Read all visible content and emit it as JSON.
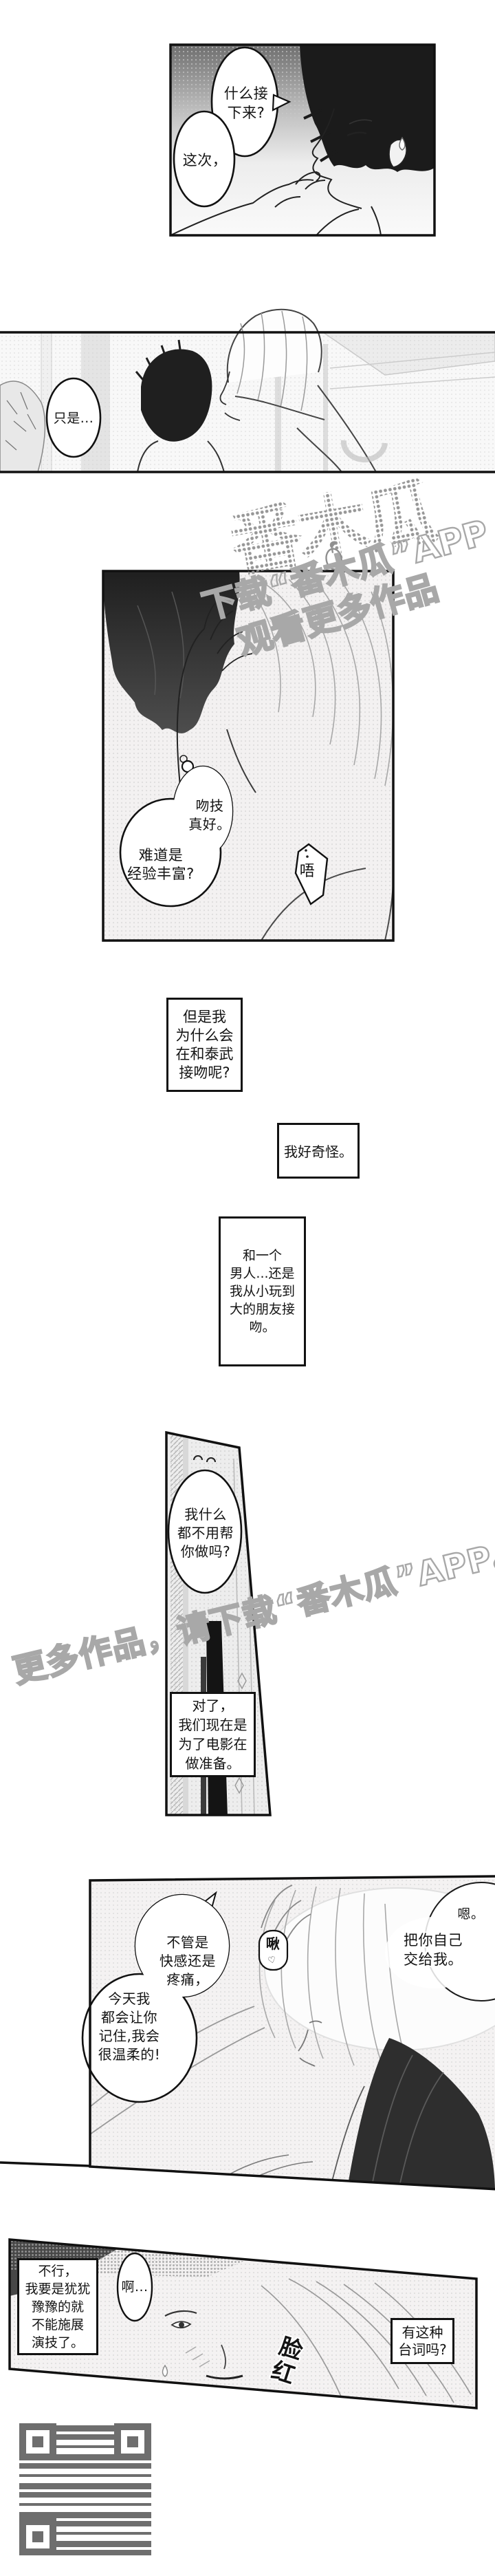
{
  "colors": {
    "ink": "#1a1a1a",
    "paper": "#ffffff",
    "halftone_gray": "#c9c9c9",
    "watermark_outline": "#a8a8a8",
    "stamp_dot_gray": "#979797",
    "qr_gray": "#6e6e6e"
  },
  "watermarks": {
    "stamp_text": "番木瓜",
    "papaya_icon": "papaya-fruit-icon",
    "diag_line1": "下载“番木瓜”APP",
    "diag_line2": "观看更多作品",
    "mid_line": "更多作品，请下载“番木瓜”APP。"
  },
  "panel1": {
    "bubble1": "什么接\n下来?",
    "bubble2": "这次，"
  },
  "panel2": {
    "bubble1": "只是..."
  },
  "panel3": {
    "bubble1": "吻技\n真好。",
    "bubble2": "难道是\n经验丰富?",
    "bubble3": "唔"
  },
  "monologue": {
    "box1": "但是我\n为什么会\n在和泰武\n接吻呢?",
    "box2": "我好奇怪。",
    "box3": "和一个\n男人...还是\n我从小玩到\n大的朋友接\n吻。"
  },
  "panel4": {
    "bubble1": "我什么\n都不用帮\n你做吗?",
    "box1": "对了，\n我们现在是\n为了电影在\n做准备。"
  },
  "panel5": {
    "bubble1_top": "不管是\n快感还是\n疼痛，",
    "bubble1_bottom": "今天我\n都会让你\n记住,我会\n很温柔的!",
    "bubble2": "啾",
    "bubble2_heart": "♡",
    "bubble3": "嗯。",
    "bubble4": "把你自己\n交给我。"
  },
  "panel6": {
    "box1": "不行，\n我要是犹犹\n豫豫的就\n不能施展\n演技了。",
    "bubble1": "啊...",
    "sfx_blush": "脸红",
    "box2": "有这种\n台词吗?"
  }
}
